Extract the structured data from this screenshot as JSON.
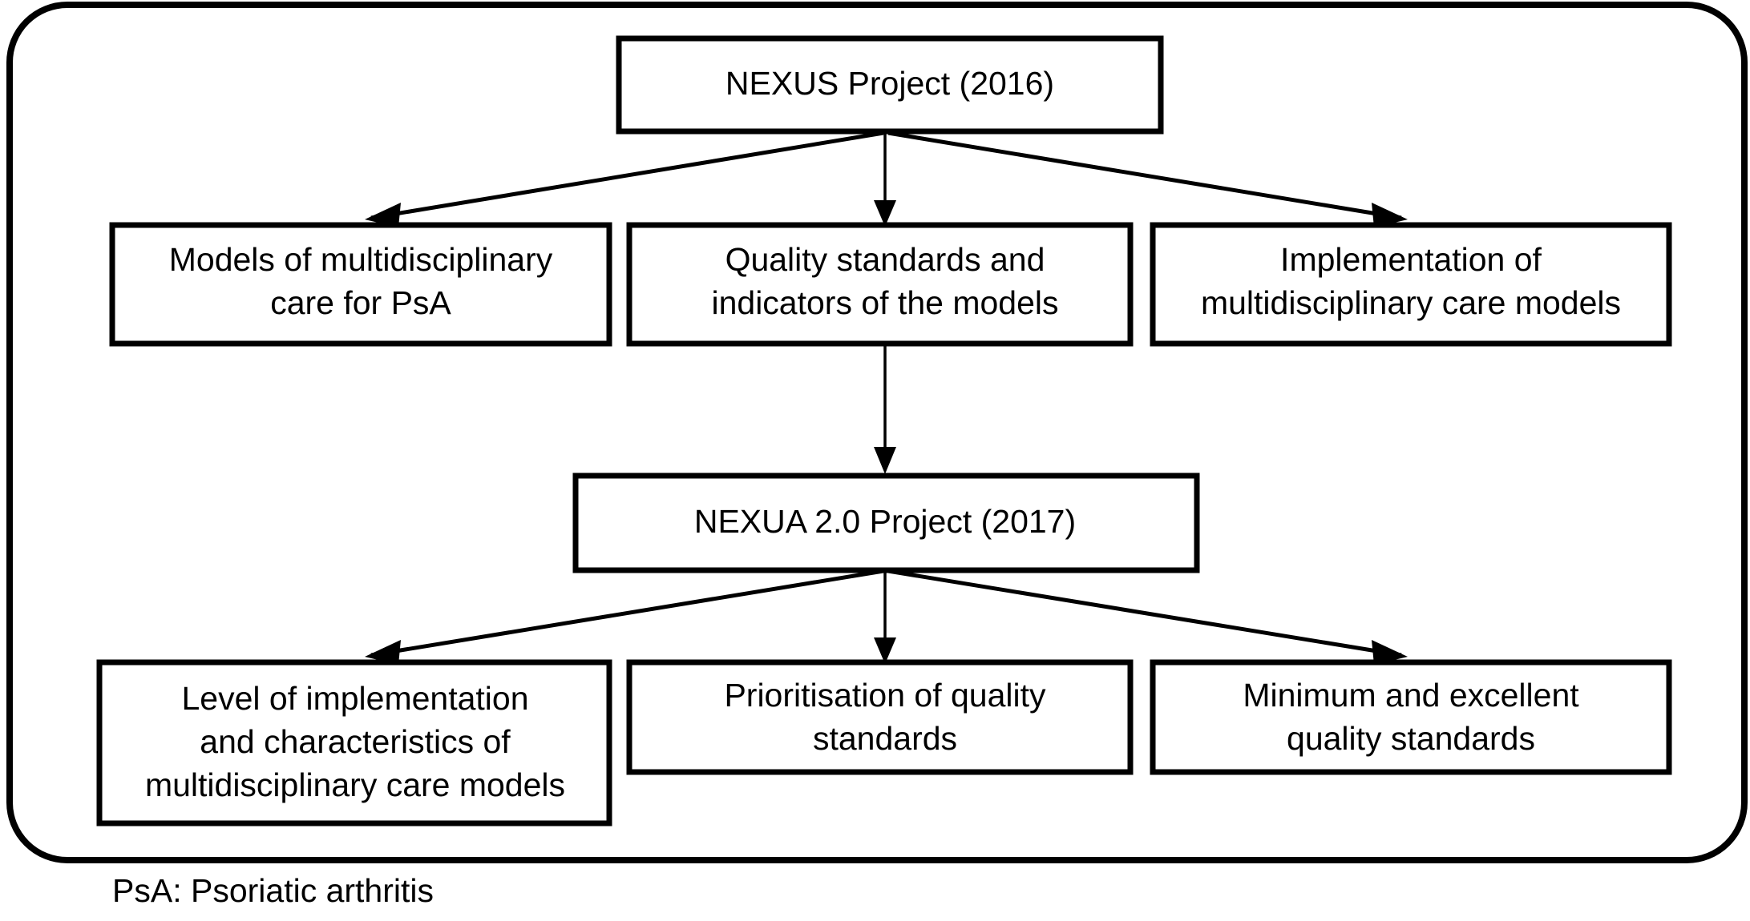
{
  "diagram": {
    "title_node": {
      "id": "nexus-project",
      "label": "NEXUS Project (2016)"
    },
    "row1_nodes": [
      {
        "id": "models-of-care",
        "lines": [
          "Models of multidisciplinary",
          "care for PsA"
        ]
      },
      {
        "id": "quality-standards",
        "lines": [
          "Quality standards and",
          "indicators of the models"
        ]
      },
      {
        "id": "implementation",
        "lines": [
          "Implementation of",
          "multidisciplinary care models"
        ]
      }
    ],
    "mid_node": {
      "id": "nexua-2-project",
      "label": "NEXUA 2.0 Project (2017)"
    },
    "row2_nodes": [
      {
        "id": "level-of-implementation",
        "lines": [
          "Level of implementation",
          "and characteristics of",
          "multidisciplinary care models"
        ]
      },
      {
        "id": "prioritisation",
        "lines": [
          "Prioritisation of quality",
          "standards"
        ]
      },
      {
        "id": "minimum-excellent",
        "lines": [
          "Minimum and excellent",
          "quality standards"
        ]
      }
    ],
    "footnote": "PsA: Psoriatic arthritis",
    "colors": {
      "stroke": "#000000",
      "fill": "#ffffff",
      "background": "#ffffff"
    }
  }
}
